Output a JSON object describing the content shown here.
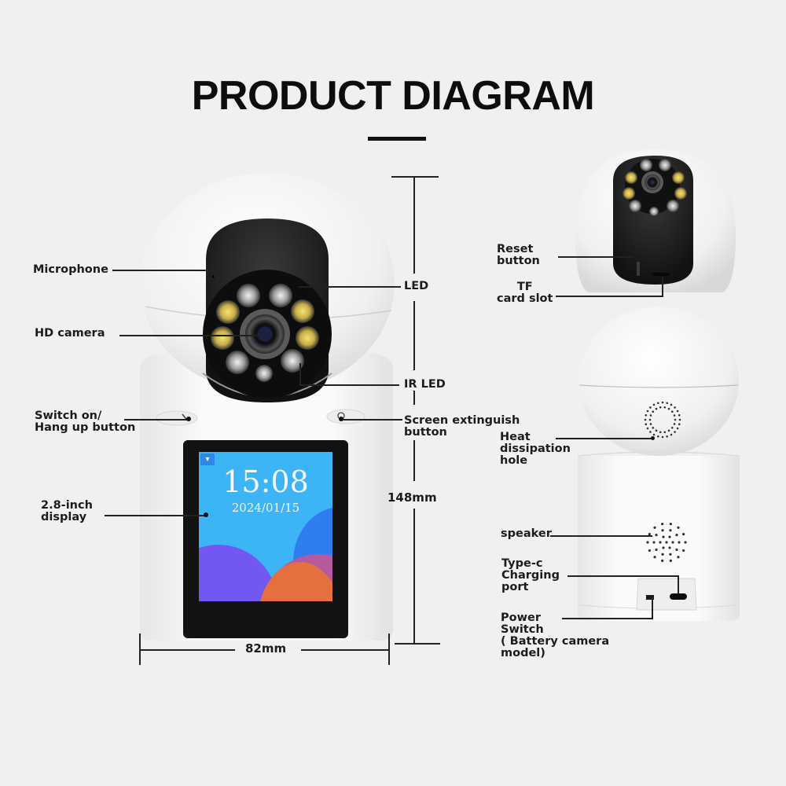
{
  "title": "PRODUCT DIAGRAM",
  "front_view": {
    "labels": {
      "microphone": "Microphone",
      "hd_camera": "HD camera",
      "switch_on_line1": "Switch on/",
      "switch_on_line2": "Hang up button",
      "display_line1": "2.8-inch",
      "display_line2": "display",
      "led": "LED",
      "ir_led": "IR LED",
      "screen_ext_line1": "Screen extinguish",
      "screen_ext_line2": "button"
    },
    "screen": {
      "time": "15:08",
      "date": "2024/01/15",
      "wifi_icon": "wifi-icon"
    },
    "dimensions": {
      "width": "82mm",
      "height": "148mm"
    }
  },
  "top_right_view": {
    "labels": {
      "reset_line1": "Reset",
      "reset_line2": "button",
      "tf_line1": "TF",
      "tf_line2": "card slot"
    }
  },
  "back_view": {
    "labels": {
      "heat_line1": "Heat",
      "heat_line2": "dissipation",
      "heat_line3": "hole",
      "speaker": "speaker",
      "typec_line1": "Type-c",
      "typec_line2": "Charging",
      "typec_line3": "port",
      "power_line1": "Power",
      "power_line2": "Switch",
      "power_line3": "( Battery camera",
      "power_line4": "model)"
    }
  },
  "colors": {
    "background": "#f1eff0",
    "text": "#1c1c1c",
    "lcd_blue": "#3cb4f5",
    "lcd_purple": "#7257f0",
    "lcd_orange": "#e5703f",
    "lcd_magenta": "#b65aa0",
    "led_warm": "#e8d36a"
  }
}
